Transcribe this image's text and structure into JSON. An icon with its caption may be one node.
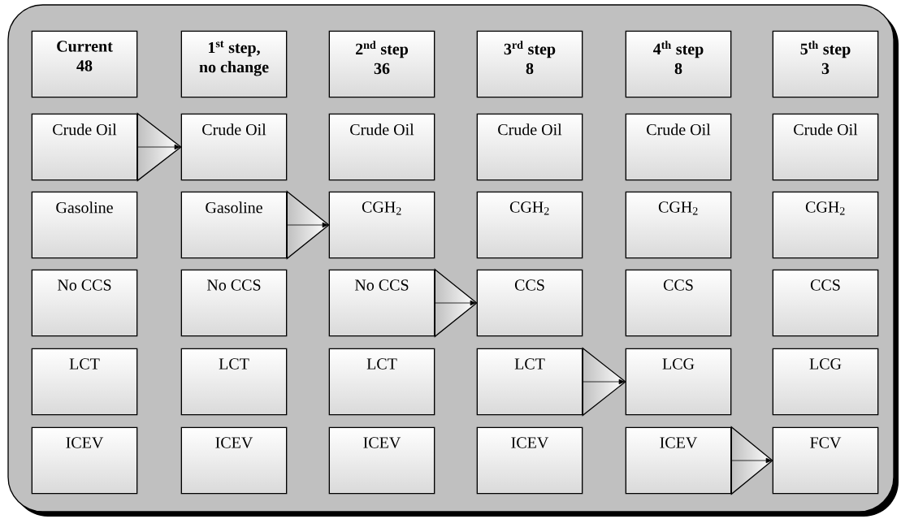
{
  "diagram": {
    "nodes": [
      {
        "text": [
          "Current",
          "48"
        ]
      },
      {
        "text": [
          "1$^{st}$ step,",
          "no change"
        ]
      },
      {
        "text": [
          "2$^{nd}$ step",
          "36"
        ]
      },
      {
        "text": [
          "3$^{rd}$ step",
          "8"
        ]
      },
      {
        "text": [
          "4$^{th}$ step",
          "8"
        ]
      },
      {
        "text": [
          "5$^{th}$ step",
          "3"
        ]
      },
      {
        "text": [
          "Crude Oil"
        ]
      },
      {
        "text": [
          "Crude Oil"
        ]
      },
      {
        "text": [
          "Crude Oil"
        ]
      },
      {
        "text": [
          "Crude Oil"
        ]
      },
      {
        "text": [
          "Crude Oil"
        ]
      },
      {
        "text": [
          "Crude Oil"
        ]
      },
      {
        "text": [
          "Gasoline"
        ]
      },
      {
        "text": [
          "Gasoline"
        ]
      },
      {
        "text": [
          "CGH$_{2}$"
        ]
      },
      {
        "text": [
          "CGH$_{2}$"
        ]
      },
      {
        "text": [
          "CGH$_{2}$"
        ]
      },
      {
        "text": [
          "CGH$_{2}$"
        ]
      },
      {
        "text": [
          "No CCS"
        ]
      },
      {
        "text": [
          "No CCS"
        ]
      },
      {
        "text": [
          "No CCS"
        ]
      },
      {
        "text": [
          "CCS"
        ]
      },
      {
        "text": [
          "CCS"
        ]
      },
      {
        "text": [
          "CCS"
        ]
      },
      {
        "text": [
          "LCT"
        ]
      },
      {
        "text": [
          "LCT"
        ]
      },
      {
        "text": [
          "LCT"
        ]
      },
      {
        "text": [
          "LCT"
        ]
      },
      {
        "text": [
          "LCG"
        ]
      },
      {
        "text": [
          "LCG"
        ]
      },
      {
        "text": [
          "ICEV"
        ]
      },
      {
        "text": [
          "ICEV"
        ]
      },
      {
        "text": [
          "ICEV"
        ]
      },
      {
        "text": [
          "ICEV"
        ]
      },
      {
        "text": [
          "ICEV"
        ]
      },
      {
        "text": [
          "FCV"
        ]
      }
    ],
    "edges": [
      {
        "from": 6,
        "to": 7,
        "arrow": "to"
      },
      {
        "from": 13,
        "to": 14,
        "arrow": "to"
      },
      {
        "from": 20,
        "to": 21,
        "arrow": "to"
      },
      {
        "from": 27,
        "to": 28,
        "arrow": "to"
      },
      {
        "from": 34,
        "to": 35,
        "arrow": "to"
      }
    ]
  }
}
